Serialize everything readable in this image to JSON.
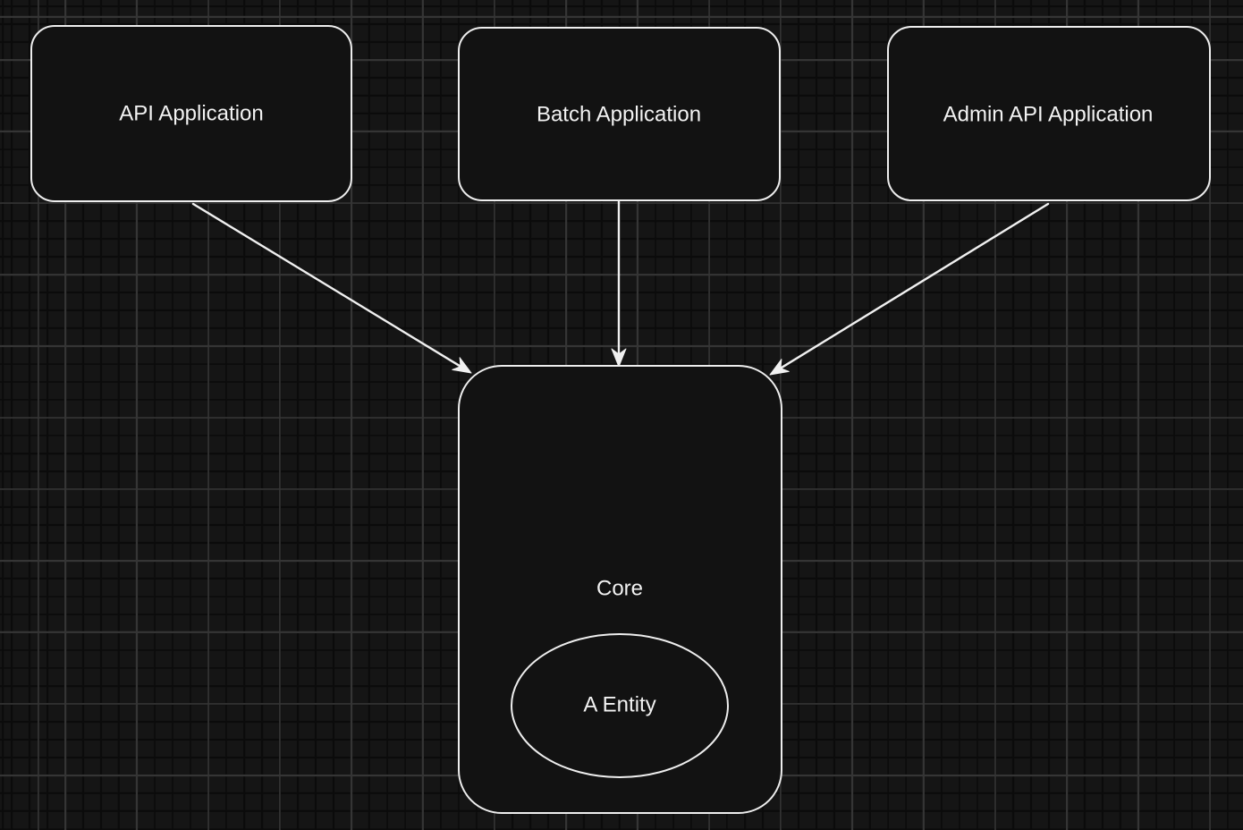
{
  "app": {
    "kind": "diagram-canvas",
    "grid": "on"
  },
  "theme": {
    "canvas_bg": "#151515",
    "grid_minor": "#0b0b0b",
    "grid_major": "#353535",
    "shape_stroke": "#eeeeee",
    "shape_fill": "#121212",
    "edge_color": "#f0f0f0",
    "label_color": "#f2f2f2"
  },
  "diagram": {
    "nodes": [
      {
        "id": "api-application",
        "shape": "rounded-rectangle",
        "label": "API Application"
      },
      {
        "id": "batch-application",
        "shape": "rounded-rectangle",
        "label": "Batch Application"
      },
      {
        "id": "admin-api-application",
        "shape": "rounded-rectangle",
        "label": "Admin API Application"
      },
      {
        "id": "core",
        "shape": "rounded-rectangle",
        "label": "Core"
      },
      {
        "id": "a-entity",
        "shape": "ellipse",
        "parent": "core",
        "label": "A Entity"
      }
    ],
    "edges": [
      {
        "id": "edge-api-to-core",
        "from": "api-application",
        "to": "core",
        "head": "stealth-arrow"
      },
      {
        "id": "edge-batch-to-core",
        "from": "batch-application",
        "to": "core",
        "head": "stealth-arrow"
      },
      {
        "id": "edge-admin-to-core",
        "from": "admin-api-application",
        "to": "core",
        "head": "stealth-arrow"
      }
    ]
  }
}
